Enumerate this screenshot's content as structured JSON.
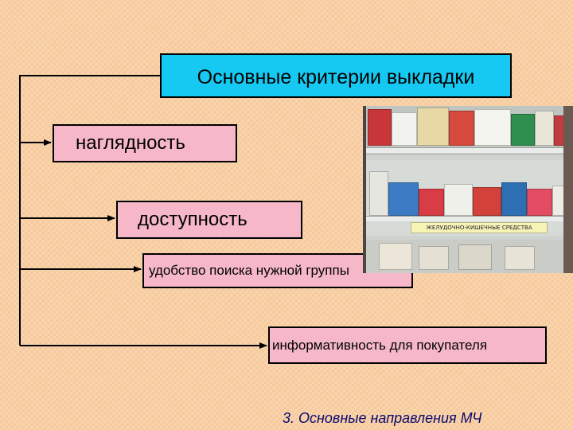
{
  "title": "Основные критерии выкладки",
  "criteria": [
    "наглядность",
    "доступность",
    "удобство поиска нужной группы",
    "информативность для покупателя"
  ],
  "shelf_sign": "ЖЕЛУДОЧНО-КИШЕЧНЫЕ СРЕДСТВА",
  "footer": "3. Основные направления МЧ"
}
